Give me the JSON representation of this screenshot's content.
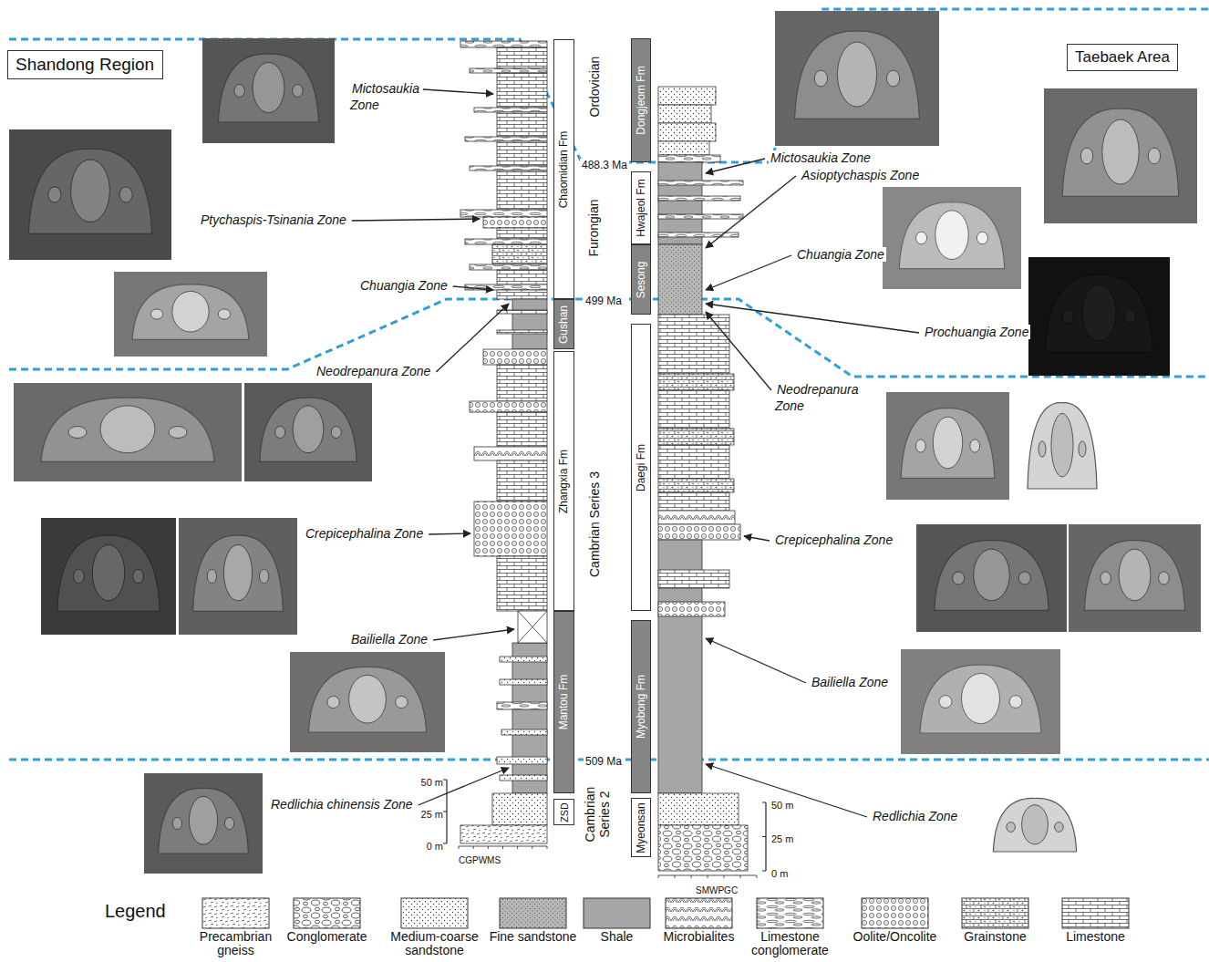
{
  "diagram": {
    "nodes": [
      {
        "text": [
          "Shandong Region"
        ]
      },
      {
        "text": [
          "Taebaek Area"
        ]
      },
      {
        "text": [
          "Chaomidian Fm"
        ]
      },
      {
        "text": [
          "Gushan"
        ]
      },
      {
        "text": [
          "Zhangxia Fm"
        ]
      },
      {
        "text": [
          "Mantou Fm"
        ]
      },
      {
        "text": [
          "ZSD"
        ]
      },
      {
        "text": [
          "Dongjeom Fm"
        ]
      },
      {
        "text": [
          "Hwajeol Fm"
        ]
      },
      {
        "text": [
          "Sesong"
        ]
      },
      {
        "text": [
          "Daegi Fm"
        ]
      },
      {
        "text": [
          "Myobong Fm"
        ]
      },
      {
        "text": [
          "Myeonsan"
        ]
      }
    ],
    "labels": [
      "Ordovician",
      "Furongian",
      "Cambrian Series 3",
      "Cambrian Series 2",
      "488.3 Ma",
      "499 Ma",
      "509 Ma",
      "Mictosaukia Zone",
      "Ptychaspis-Tsinania Zone",
      "Chuangia Zone",
      "Neodrepanura Zone",
      "Crepicephalina Zone",
      "Bailiella Zone",
      "Redlichia chinensis Zone",
      "Mictosaukia Zone",
      "Asioptychaspis Zone",
      "Chuangia Zone",
      "Prochuangia Zone",
      "Neodrepanura Zone",
      "Crepicephalina Zone",
      "Bailiella Zone",
      "Redlichia Zone",
      "50 m",
      "25 m",
      "0 m",
      "50 m",
      "25 m",
      "0 m",
      "CGPWMS",
      "SMWPGC",
      "Legend"
    ],
    "legend": [
      {
        "text": "Precambrian gneiss"
      },
      {
        "text": "Conglomerate"
      },
      {
        "text": "Medium-coarse sandstone"
      },
      {
        "text": "Fine sandstone"
      },
      {
        "text": "Shale",
        "color": "#a6a6a6"
      },
      {
        "text": "Microbialites"
      },
      {
        "text": "Limestone conglomerate"
      },
      {
        "text": "Oolite/Oncolite"
      },
      {
        "text": "Grainstone"
      },
      {
        "text": "Limestone"
      }
    ]
  }
}
